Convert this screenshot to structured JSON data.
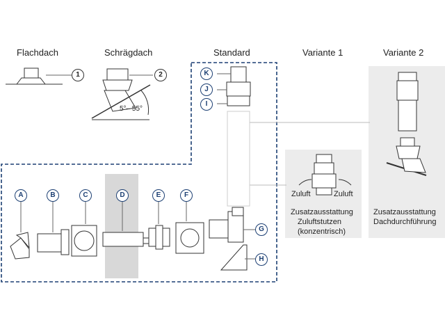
{
  "headers": {
    "flachdach": "Flachdach",
    "schraegdach": "Schrägdach",
    "standard": "Standard",
    "variante1": "Variante 1",
    "variante2": "Variante 2"
  },
  "angle_label": "5°– 55°",
  "roof_numbers": [
    "1",
    "2"
  ],
  "standard_letters": [
    "K",
    "J",
    "I"
  ],
  "component_letters": [
    "A",
    "B",
    "C",
    "D",
    "E",
    "F",
    "G",
    "H"
  ],
  "variante1": {
    "zuluft_left": "Zuluft",
    "zuluft_right": "Zuluft",
    "caption_line1": "Zusatzausstattung",
    "caption_line2": "Zuluftstutzen",
    "caption_line3": "(konzentrisch)"
  },
  "variante2": {
    "caption_line1": "Zusatzausstattung",
    "caption_line2": "Dachdurchführung"
  },
  "colors": {
    "dashed_border": "#1c3f73",
    "panel_bg": "#ececec",
    "wall_fill": "#d8d8d8"
  }
}
